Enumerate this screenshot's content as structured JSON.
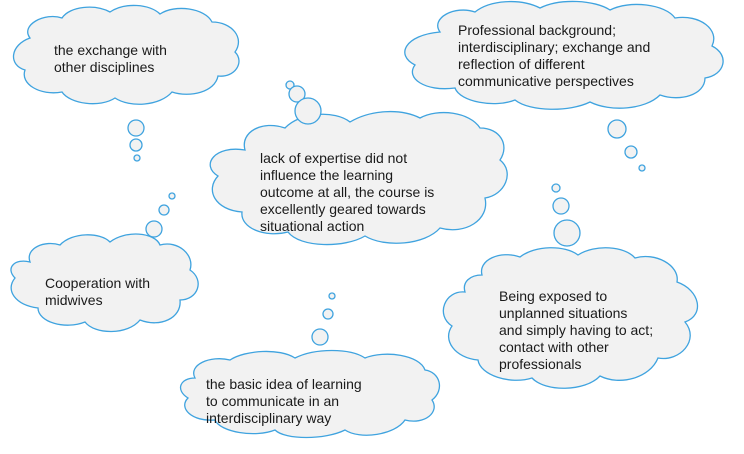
{
  "colors": {
    "stroke": "#3fa3df",
    "fill": "#f2f2f2",
    "text": "#1a1a1a"
  },
  "clouds": [
    {
      "id": "exchange-disciplines",
      "text": "the exchange with\nother disciplines"
    },
    {
      "id": "professional-background",
      "text": "Professional background;\ninterdisciplinary; exchange and\nreflection of different\ncommunicative perspectives"
    },
    {
      "id": "lack-of-expertise",
      "text": "lack of expertise did not\ninfluence the learning\noutcome at all, the course is\nexcellently geared towards\nsituational action"
    },
    {
      "id": "cooperation-midwives",
      "text": "Cooperation with\nmidwives"
    },
    {
      "id": "basic-idea",
      "text": "the basic idea of learning\nto communicate in an\ninterdisciplinary way"
    },
    {
      "id": "unplanned-situations",
      "text": "Being exposed to\nunplanned situations\nand simply having to act;\ncontact with other\nprofessionals"
    }
  ]
}
